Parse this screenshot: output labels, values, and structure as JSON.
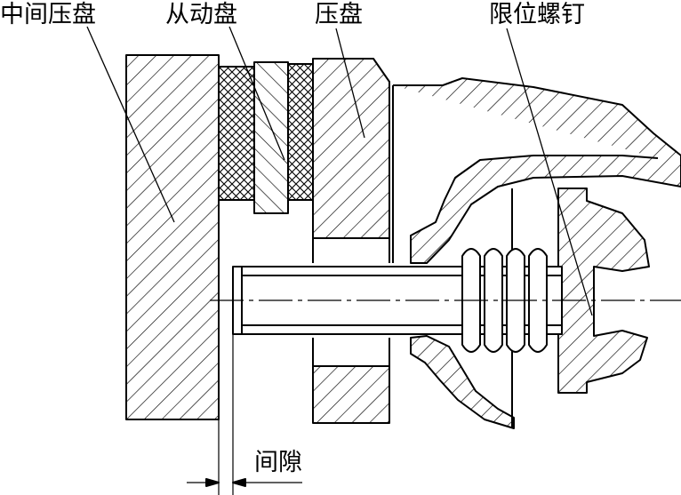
{
  "labels": {
    "intermediate_plate": "中间压盘",
    "driven_disc": "从动盘",
    "pressure_plate": "压盘",
    "limit_screw": "限位螺钉",
    "clearance": "间隙"
  }
}
